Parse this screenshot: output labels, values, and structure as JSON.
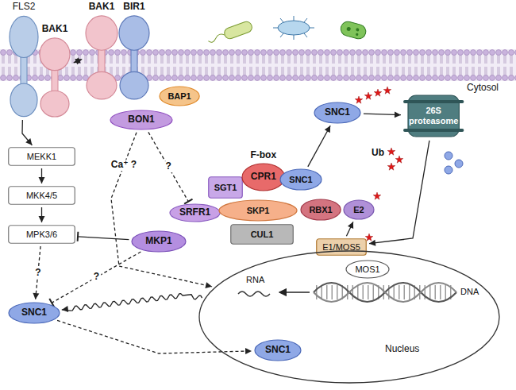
{
  "diagram": {
    "nodes": [
      {
        "text": [
          "FLS2"
        ]
      },
      {
        "text": [
          "BAK1"
        ]
      },
      {
        "text": [
          "BAK1"
        ]
      },
      {
        "text": [
          "BIR1"
        ]
      },
      {
        "text": [
          "BAP1"
        ]
      },
      {
        "text": [
          "BON1"
        ]
      },
      {
        "text": [
          "MEKK1"
        ]
      },
      {
        "text": [
          "MKK4/5"
        ]
      },
      {
        "text": [
          "MPK3/6"
        ]
      },
      {
        "text": [
          "MKP1"
        ]
      },
      {
        "text": [
          "SNC1"
        ]
      },
      {
        "text": [
          "SRFR1"
        ]
      },
      {
        "text": [
          "SGT1"
        ]
      },
      {
        "text": [
          "CPR1",
          "F-box"
        ]
      },
      {
        "text": [
          "SNC1"
        ]
      },
      {
        "text": [
          "SKP1"
        ]
      },
      {
        "text": [
          "CUL1"
        ]
      },
      {
        "text": [
          "RBX1"
        ]
      },
      {
        "text": [
          "E2"
        ]
      },
      {
        "text": [
          "E1/MOS5"
        ]
      },
      {
        "text": [
          "SNC1"
        ]
      },
      {
        "text": [
          "26S proteasome"
        ]
      },
      {
        "text": [
          "Nucleus"
        ]
      },
      {
        "text": [
          "MOS1"
        ],
        "in": 22
      },
      {
        "text": [
          "SNC1"
        ],
        "in": 22
      }
    ],
    "edges": [
      {
        "from": 1,
        "to": 2,
        "arrow": "both"
      },
      {
        "from": 0,
        "to": 6,
        "arrow": "to"
      },
      {
        "from": 6,
        "to": 7,
        "arrow": "to"
      },
      {
        "from": 7,
        "to": 8,
        "arrow": "to"
      },
      {
        "from": 9,
        "to": 8,
        "arrow": "to"
      },
      {
        "from": 8,
        "to": 10,
        "arrow": "to",
        "label": "?"
      },
      {
        "from": 9,
        "to": 10,
        "arrow": "to",
        "label": "?"
      },
      {
        "from": 5,
        "to": 11,
        "arrow": "to",
        "label": "?"
      },
      {
        "from": 5,
        "to": 22,
        "arrow": "to",
        "label": "Ca⁺ ?"
      },
      {
        "from": 22,
        "to": 10,
        "arrow": "to"
      },
      {
        "from": 10,
        "to": 24,
        "arrow": "to"
      },
      {
        "from": 14,
        "to": 20,
        "arrow": "to"
      },
      {
        "from": 20,
        "to": 21,
        "arrow": "to"
      },
      {
        "from": 21,
        "to": 19,
        "arrow": "to"
      },
      {
        "from": 19,
        "to": 18,
        "arrow": "to"
      }
    ],
    "labels": [
      "Cytosol",
      "Ub",
      "RNA",
      "DNA"
    ]
  }
}
